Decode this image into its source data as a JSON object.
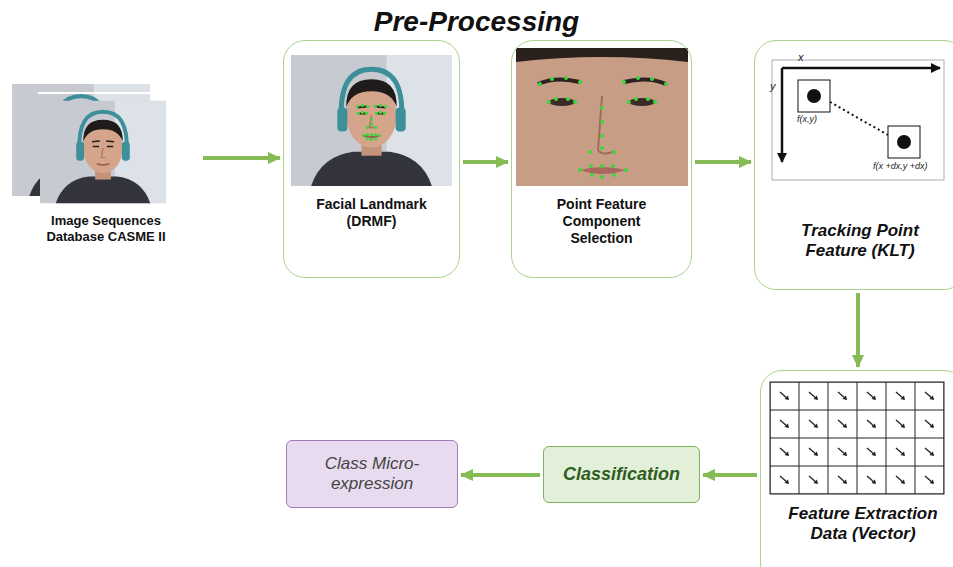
{
  "diagram": {
    "title": "Pre-Processing",
    "nodes": [
      {
        "text": [
          "Image Sequences Database CASME II"
        ]
      },
      {
        "text": [
          "Facial Landmark (DRMF)"
        ]
      },
      {
        "text": [
          "Point Feature Component Selection"
        ]
      },
      {
        "text": [
          "Tracking Point Feature (KLT)"
        ]
      },
      {
        "text": [
          "Feature Extraction Data (Vector)"
        ]
      },
      {
        "text": [
          "Classification"
        ]
      },
      {
        "text": [
          "Class Micro-expression"
        ]
      }
    ],
    "edges": [
      {
        "from": 0,
        "to": 1,
        "arrow": "to"
      },
      {
        "from": 1,
        "to": 2,
        "arrow": "to"
      },
      {
        "from": 2,
        "to": 3,
        "arrow": "to"
      },
      {
        "from": 3,
        "to": 4,
        "arrow": "to"
      },
      {
        "from": 4,
        "to": 5,
        "arrow": "to"
      },
      {
        "from": 5,
        "to": 6,
        "arrow": "to"
      }
    ],
    "labels": [
      "x",
      "y",
      "f(x,y)",
      "f(x +dx,y +dx)"
    ]
  }
}
